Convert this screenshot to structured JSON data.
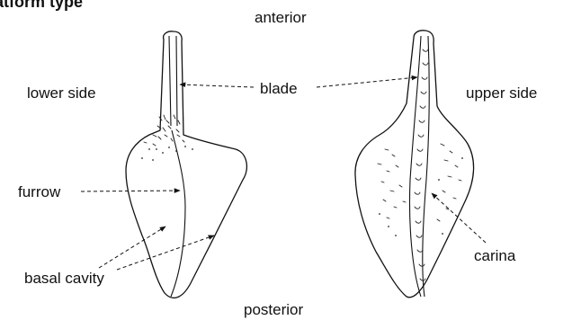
{
  "title": "atform type",
  "labels": {
    "anterior": "anterior",
    "posterior": "posterior",
    "lower_side": "lower side",
    "upper_side": "upper side",
    "blade": "blade",
    "furrow": "furrow",
    "basal_cavity": "basal cavity",
    "carina": "carina"
  }
}
